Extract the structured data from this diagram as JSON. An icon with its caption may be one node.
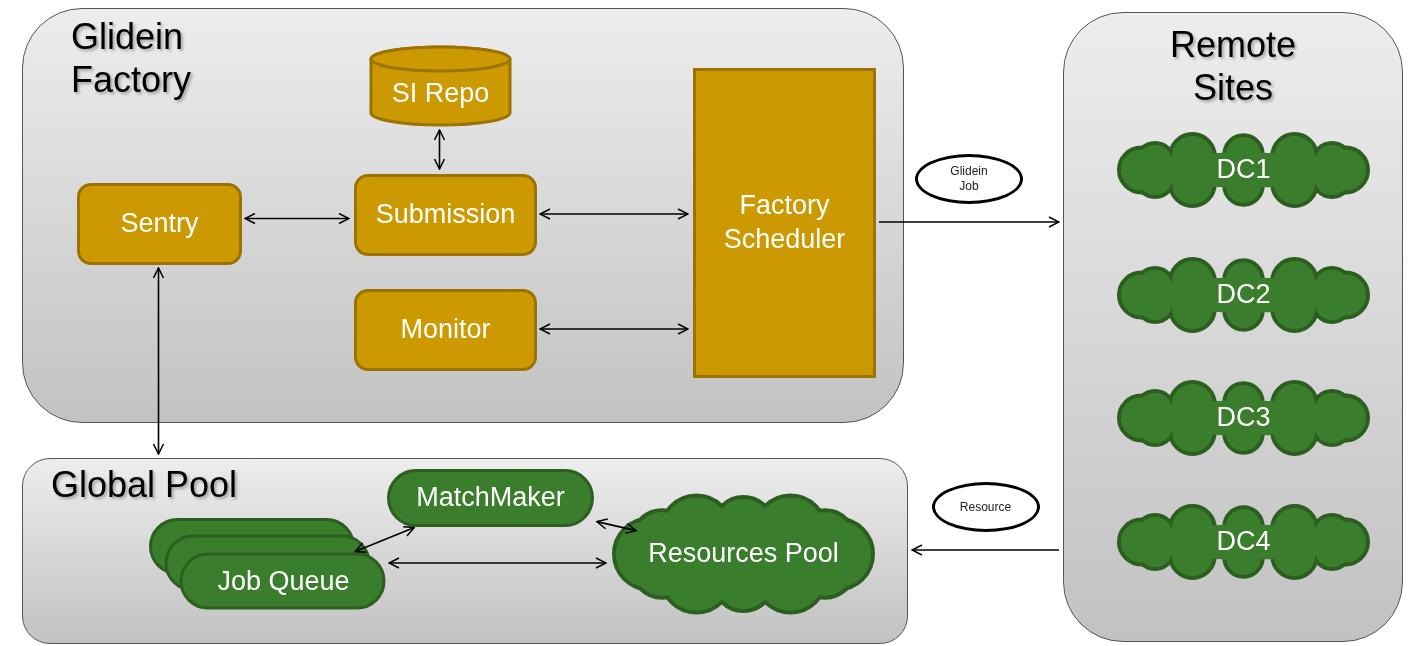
{
  "diagram": {
    "nodes": [
      {
        "text": [
          "Glidein Factory"
        ]
      },
      {
        "text": [
          "SI Repo"
        ],
        "in": 0
      },
      {
        "text": [
          "Sentry"
        ],
        "in": 0
      },
      {
        "text": [
          "Submission"
        ],
        "in": 0
      },
      {
        "text": [
          "Factory Scheduler"
        ],
        "in": 0
      },
      {
        "text": [
          "Monitor"
        ],
        "in": 0
      },
      {
        "text": [
          "Remote Sites"
        ]
      },
      {
        "text": [
          "DC1"
        ],
        "in": 6
      },
      {
        "text": [
          "DC2"
        ],
        "in": 6
      },
      {
        "text": [
          "DC3"
        ],
        "in": 6
      },
      {
        "text": [
          "DC4"
        ],
        "in": 6
      },
      {
        "text": [
          "Global Pool"
        ]
      },
      {
        "text": [
          "MatchMaker"
        ],
        "in": 11
      },
      {
        "text": [
          "Job Queue"
        ],
        "in": 11
      },
      {
        "text": [
          "Resources Pool"
        ],
        "in": 11
      }
    ],
    "edges": [
      {
        "from": 1,
        "to": 3,
        "arrow": "both"
      },
      {
        "from": 2,
        "to": 3,
        "arrow": "both"
      },
      {
        "from": 3,
        "to": 4,
        "arrow": "both"
      },
      {
        "from": 5,
        "to": 4,
        "arrow": "both"
      },
      {
        "from": 4,
        "to": 6,
        "arrow": "to",
        "label": "Glidein Job"
      },
      {
        "from": 2,
        "to": 11,
        "arrow": "both"
      },
      {
        "from": 13,
        "to": 12,
        "arrow": "both"
      },
      {
        "from": 12,
        "to": 14,
        "arrow": "both"
      },
      {
        "from": 13,
        "to": 14,
        "arrow": "both"
      },
      {
        "from": 6,
        "to": 11,
        "arrow": "to",
        "label": "Resource"
      }
    ]
  }
}
